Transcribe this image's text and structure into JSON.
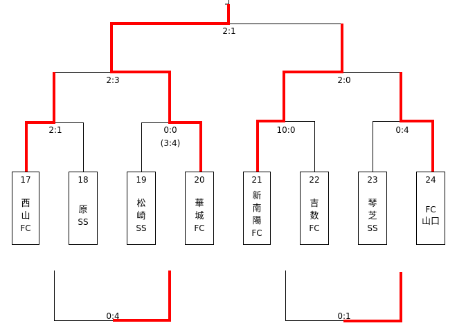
{
  "colors": {
    "line": "#000000",
    "winner": "#ff0000"
  },
  "teams": [
    {
      "seed": "17",
      "name_lines": [
        "西",
        "山",
        "FC"
      ]
    },
    {
      "seed": "18",
      "name_lines": [
        "原",
        "SS"
      ]
    },
    {
      "seed": "19",
      "name_lines": [
        "松",
        "崎",
        "SS"
      ]
    },
    {
      "seed": "20",
      "name_lines": [
        "華",
        "城",
        "FC"
      ]
    },
    {
      "seed": "21",
      "name_lines": [
        "新",
        "南",
        "陽",
        "FC"
      ]
    },
    {
      "seed": "22",
      "name_lines": [
        "吉",
        "数",
        "FC"
      ]
    },
    {
      "seed": "23",
      "name_lines": [
        "琴",
        "芝",
        "SS"
      ]
    },
    {
      "seed": "24",
      "name_lines": [
        "FC",
        "山口"
      ]
    }
  ],
  "matches": {
    "r1_a": {
      "score": "2:1",
      "winner": "17"
    },
    "r1_b": {
      "score": "0:0",
      "pk": "(3:4)",
      "winner": "20"
    },
    "r1_c": {
      "score": "10:0",
      "winner": "21"
    },
    "r1_d": {
      "score": "0:4",
      "winner": "24"
    },
    "semi_left": {
      "score": "2:3",
      "winner": "20"
    },
    "semi_right": {
      "score": "2:0",
      "winner": "21"
    },
    "final": {
      "score": "2:1",
      "winner": "20"
    },
    "consolation_left": {
      "score": "0:4"
    },
    "consolation_right": {
      "score": "0:1"
    }
  }
}
